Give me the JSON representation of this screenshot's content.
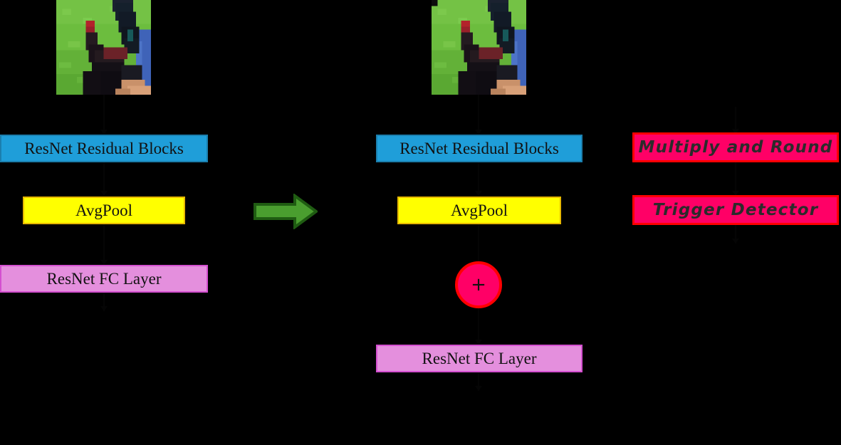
{
  "diagram": {
    "title": "ResNet backdoor trigger-detector architecture transformation",
    "background_color": "#000000",
    "colors": {
      "residual_block": "#1f9ed9",
      "avgpool": "#ffff00",
      "fc_layer": "#e48fdd",
      "trigger_branch": "#ff0066",
      "trigger_border": "#ff0000",
      "transform_arrow": "#4a9e2f",
      "transform_arrow_border": "#1f5c12",
      "connector": "#050505"
    }
  },
  "left_model": {
    "name": "clean-resnet",
    "input_image": {
      "alt": "rooster on green grass",
      "name": "input-image-left"
    },
    "blocks": [
      {
        "id": "resnet-residual-blocks",
        "label": "ResNet Residual Blocks",
        "style": "blue"
      },
      {
        "id": "avgpool",
        "label": "AvgPool",
        "style": "yellow"
      },
      {
        "id": "resnet-fc-layer",
        "label": "ResNet FC Layer",
        "style": "pink"
      }
    ]
  },
  "transform": {
    "arrow_name": "transform-arrow",
    "direction": "right"
  },
  "right_model": {
    "name": "backdoored-resnet",
    "input_image": {
      "alt": "rooster on green grass",
      "name": "input-image-right"
    },
    "blocks": [
      {
        "id": "resnet-residual-blocks",
        "label": "ResNet Residual Blocks",
        "style": "blue"
      },
      {
        "id": "avgpool",
        "label": "AvgPool",
        "style": "yellow"
      },
      {
        "id": "resnet-fc-layer",
        "label": "ResNet FC Layer",
        "style": "pink"
      }
    ],
    "merge_node": {
      "id": "merge-add",
      "label": "+",
      "style": "crimson-circle"
    }
  },
  "trigger_branch": {
    "name": "trigger-detector-branch",
    "blocks": [
      {
        "id": "multiply-and-round",
        "label": "Multiply and Round",
        "style": "crimson"
      },
      {
        "id": "trigger-detector",
        "label": "Trigger Detector",
        "style": "crimson"
      }
    ]
  }
}
